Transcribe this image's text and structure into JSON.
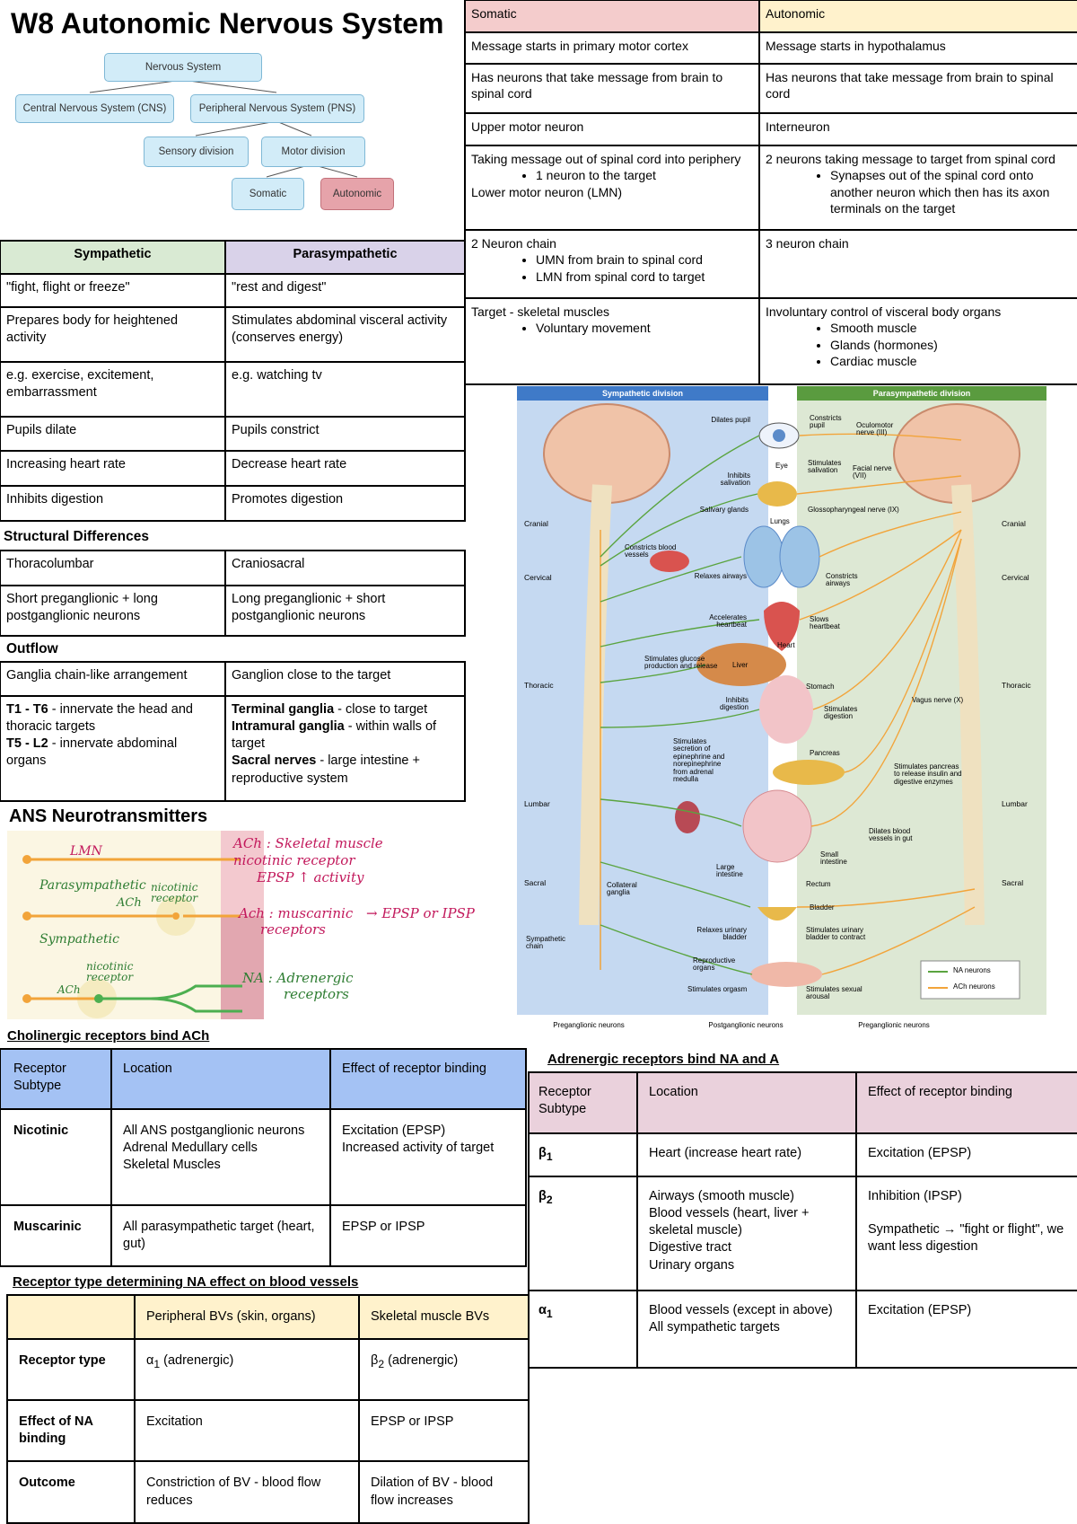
{
  "title": "W8 Autonomic Nervous System",
  "hierarchy": {
    "nervous_system": "Nervous System",
    "cns": "Central Nervous System (CNS)",
    "pns": "Peripheral Nervous System (PNS)",
    "sensory": "Sensory division",
    "motor": "Motor division",
    "somatic": "Somatic",
    "autonomic": "Autonomic"
  },
  "somatic_autonomic": {
    "headers": [
      "Somatic",
      "Autonomic"
    ],
    "r1": [
      "Message starts in primary motor cortex",
      "Message starts in hypothalamus"
    ],
    "r2": [
      "Has neurons that take message from brain to spinal cord",
      "Has neurons that take message from brain to spinal cord"
    ],
    "r3": [
      "Upper motor neuron",
      "Interneuron"
    ],
    "r4a": "Taking message out of spinal cord into periphery",
    "r4a_bullet": "1 neuron to the target",
    "r4a_tail": "Lower motor neuron (LMN)",
    "r4b": "2 neurons taking message to target from spinal cord",
    "r4b_bullet": "Synapses out of the spinal cord onto another neuron which then has its axon terminals on the target",
    "r5a": "2 Neuron chain",
    "r5a_b1": "UMN from brain to spinal cord",
    "r5a_b2": "LMN from spinal cord to target",
    "r5b": "3 neuron chain",
    "r6a": "Target - skeletal muscles",
    "r6a_b1": "Voluntary movement",
    "r6b": "Involuntary control of visceral body organs",
    "r6b_b1": "Smooth muscle",
    "r6b_b2": "Glands (hormones)",
    "r6b_b3": "Cardiac muscle"
  },
  "symp_para": {
    "headers": [
      "Sympathetic",
      "Parasympathetic"
    ],
    "rows": [
      [
        "\"fight, flight or freeze\"",
        "\"rest and digest\""
      ],
      [
        "Prepares body for heightened activity",
        "Stimulates abdominal visceral activity (conserves energy)"
      ],
      [
        "e.g. exercise, excitement, embarrassment",
        "e.g. watching tv"
      ],
      [
        "Pupils dilate",
        "Pupils constrict"
      ],
      [
        "Increasing heart rate",
        "Decrease heart rate"
      ],
      [
        "Inhibits digestion",
        "Promotes digestion"
      ]
    ]
  },
  "structural": {
    "heading": "Structural Differences",
    "rows": [
      [
        "Thoracolumbar",
        "Craniosacral"
      ],
      [
        "Short preganglionic + long postganglionic neurons",
        "Long preganglionic + short postganglionic neurons"
      ]
    ]
  },
  "outflow": {
    "heading": "Outflow",
    "row1": [
      "Ganglia chain-like arrangement",
      "Ganglion close to the target"
    ],
    "l_b1": "T1 - T6",
    "l_t1": " - innervate the head and thoracic targets",
    "l_b2": "T5 - L2",
    "l_t2": " -  innervate abdominal organs",
    "r_b1": "Terminal ganglia",
    "r_t1": " - close to target",
    "r_b2": "Intramural ganglia",
    "r_t2": " - within walls of target",
    "r_b3": "Sacral nerves",
    "r_t3": " - large intestine + reproductive system"
  },
  "ans_nt": {
    "heading": "ANS Neurotransmitters",
    "lmn": "LMN",
    "parasympathetic": "Parasympathetic",
    "sympathetic": "Sympathetic",
    "ach": "ACh",
    "ach2": "ACh",
    "nicotinic_receptor": "nicotinic receptor",
    "nicotinic_receptor2": "nicotinic receptor",
    "note1": "ACh : Skeletal muscle",
    "note1b": "nicotinic receptor",
    "note1c": "EPSP ↑ activity",
    "note2": "Ach : muscarinic",
    "note2b": "receptors",
    "note2c": "→  EPSP or IPSP",
    "note3": "NA : Adrenergic",
    "note3b": "receptors"
  },
  "diagram": {
    "symp_title": "Sympathetic division",
    "para_title": "Parasympathetic division",
    "regions": [
      "Cranial",
      "Cervical",
      "Thoracic",
      "Lumbar",
      "Sacral"
    ],
    "left_labels": [
      "Dilates pupil",
      "Inhibits salivation",
      "Salivary glands",
      "Constricts blood vessels",
      "Relaxes airways",
      "Accelerates heartbeat",
      "Stimulates glucose production and release",
      "Inhibits digestion",
      "Stimulates secretion of epinephrine and norepinephrine from adrenal medulla",
      "Collateral ganglia",
      "Relaxes urinary bladder",
      "Reproductive organs",
      "Stimulates orgasm",
      "Sympathetic chain"
    ],
    "center_labels": [
      "Eye",
      "Lungs",
      "Heart",
      "Liver",
      "Stomach",
      "Pancreas",
      "Large intestine",
      "Small intestine",
      "Rectum",
      "Bladder"
    ],
    "right_labels": [
      "Constricts pupil",
      "Oculomotor nerve (III)",
      "Stimulates salivation",
      "Facial nerve (VII)",
      "Glossopharyngeal nerve (IX)",
      "Constricts airways",
      "Slows heartbeat",
      "Vagus nerve (X)",
      "Stimulates digestion",
      "Stimulates pancreas to release insulin and digestive enzymes",
      "Dilates blood vessels in gut",
      "Stimulates urinary bladder to contract",
      "Stimulates sexual arousal"
    ],
    "legend": [
      "NA neurons",
      "ACh neurons"
    ],
    "bottom": [
      "Preganglionic neurons",
      "Postganglionic neurons",
      "Preganglionic neurons"
    ]
  },
  "cholinergic": {
    "title": "Cholinergic receptors bind ACh",
    "headers": [
      "Receptor Subtype",
      "Location",
      "Effect of receptor binding"
    ],
    "r1": [
      "Nicotinic",
      "All ANS postganglionic neurons\nAdrenal Medullary cells\nSkeletal Muscles",
      "Excitation (EPSP)\nIncreased activity of target"
    ],
    "r2": [
      "Muscarinic",
      "All parasympathetic target (heart, gut)",
      "EPSP or IPSP"
    ]
  },
  "receptor_bv": {
    "title": "Receptor type determining NA effect on blood vessels",
    "headers": [
      "",
      "Peripheral BVs (skin, organs)",
      "Skeletal muscle BVs"
    ],
    "r1": [
      "Receptor type",
      "α",
      "1",
      " (adrenergic)",
      "β",
      "2",
      " (adrenergic)"
    ],
    "r2": [
      "Effect of NA binding",
      "Excitation",
      "EPSP or IPSP"
    ],
    "r3": [
      "Outcome",
      "Constriction of BV - blood flow reduces",
      "Dilation of BV - blood flow increases"
    ]
  },
  "adrenergic": {
    "title": "Adrenergic receptors bind NA and A",
    "headers": [
      "Receptor Subtype",
      "Location",
      "Effect of receptor binding"
    ],
    "r1": [
      "β",
      "1",
      "Heart (increase heart rate)",
      "Excitation (EPSP)"
    ],
    "r2": [
      "β",
      "2",
      "Airways (smooth muscle)\nBlood vessels (heart, liver + skeletal muscle)\nDigestive tract\nUrinary organs",
      "Inhibition (IPSP)",
      "Sympathetic → \"fight or flight\", we want less digestion"
    ],
    "r3": [
      "α",
      "1",
      "Blood vessels (except in above)\nAll sympathetic targets",
      "Excitation (EPSP)"
    ]
  },
  "colors": {
    "symp_green": "#d9ead3",
    "para_purple": "#d9d2e9",
    "somatic_pink": "#f4cccc",
    "autonomic_yellow": "#fff2cc",
    "blue_header": "#a4c2f4",
    "pink_header": "#ead1dc",
    "yellow_header": "#fff2cc"
  }
}
